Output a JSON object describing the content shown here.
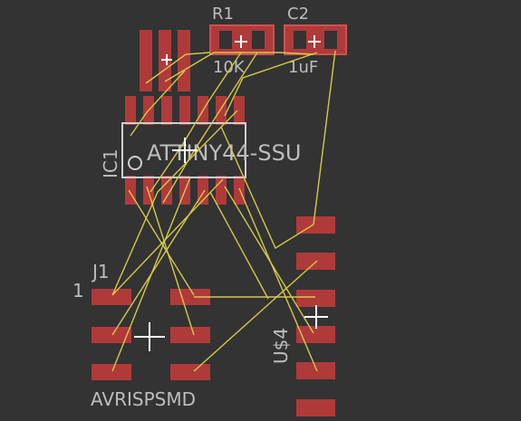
{
  "colors": {
    "background": "#333333",
    "pad": "#b03a3a",
    "pad_outline": "#d05050",
    "airwire": "#d4c84a",
    "silk_text": "#bdbdbd",
    "outline": "#cfcfcf",
    "cross": "#ffffff"
  },
  "components": {
    "r1": {
      "ref": "R1",
      "value": "10K"
    },
    "c2": {
      "ref": "C2",
      "value": "1uF"
    },
    "ic1": {
      "ref": "IC1",
      "value": "ATTINY44-SSU"
    },
    "j1": {
      "ref": "J1",
      "pin_one": "1",
      "value": "AVRISPSMD"
    },
    "u4": {
      "ref": "U$4"
    }
  },
  "icons": {
    "origin": "origin-cross-icon",
    "pin1": "pin-one-marker-icon"
  }
}
